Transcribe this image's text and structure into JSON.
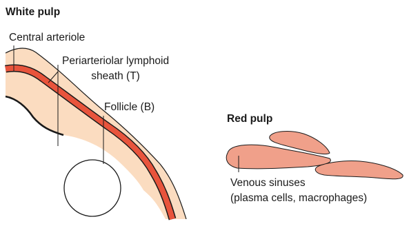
{
  "white_pulp": {
    "title": "White pulp",
    "central_arteriole": "Central arteriole",
    "pals_line1": "Periarteriolar lymphoid",
    "pals_line2": "sheath (T)",
    "follicle": "Follicle (B)"
  },
  "red_pulp": {
    "title": "Red pulp",
    "sinuses_line1": "Venous sinuses",
    "sinuses_line2": "(plasma cells, macrophages)"
  },
  "colors": {
    "sheath_fill": "#fbdcc0",
    "arteriole": "#e8543c",
    "sinus_fill": "#f0a08a",
    "outline": "#1a1a1a"
  }
}
